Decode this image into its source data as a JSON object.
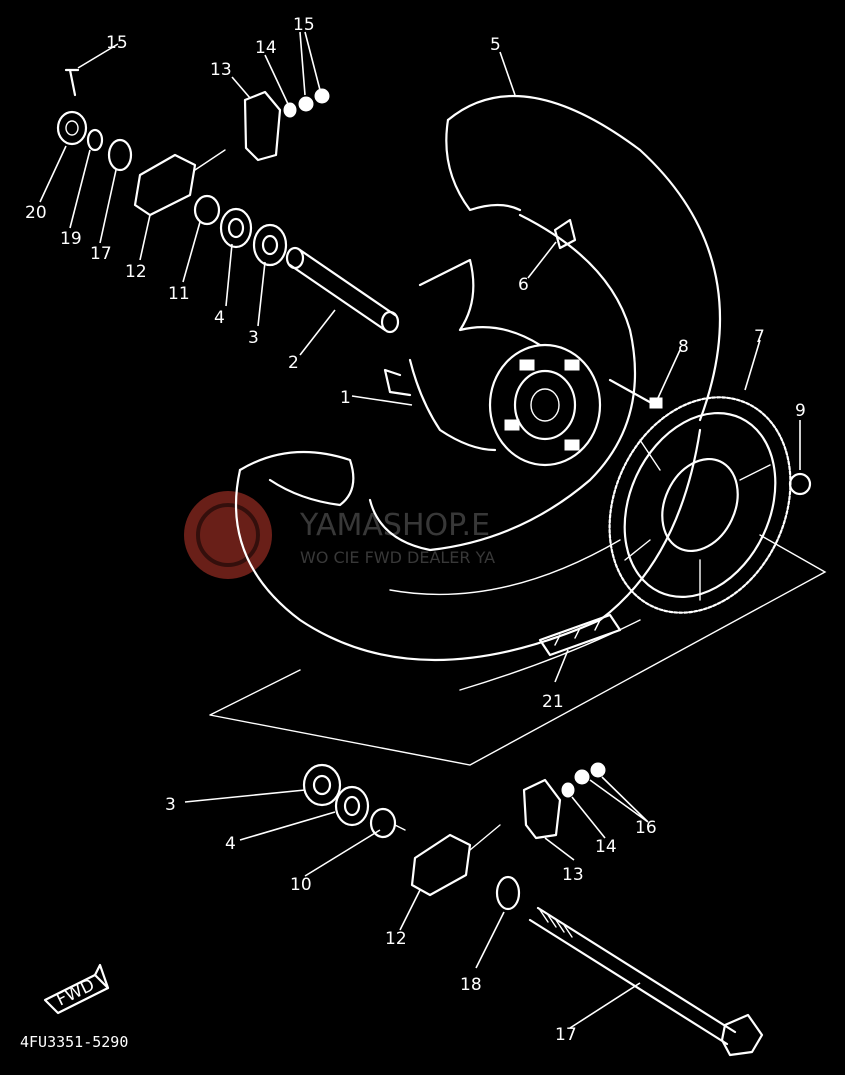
{
  "diagram": {
    "part_code": "4FU3351-5290",
    "watermark": {
      "line1": "YAMASHOP.E",
      "line2": "WO CIE  FWD  DEALER YA"
    },
    "fwd_label": "FWD",
    "callouts": [
      {
        "id": "c1",
        "text": "1"
      },
      {
        "id": "c2",
        "text": "2"
      },
      {
        "id": "c3a",
        "text": "3"
      },
      {
        "id": "c3b",
        "text": "3"
      },
      {
        "id": "c4a",
        "text": "4"
      },
      {
        "id": "c4b",
        "text": "4"
      },
      {
        "id": "c5",
        "text": "5"
      },
      {
        "id": "c6",
        "text": "6"
      },
      {
        "id": "c7",
        "text": "7"
      },
      {
        "id": "c8",
        "text": "8"
      },
      {
        "id": "c9",
        "text": "9"
      },
      {
        "id": "c10",
        "text": "10"
      },
      {
        "id": "c11",
        "text": "11"
      },
      {
        "id": "c12a",
        "text": "12"
      },
      {
        "id": "c12b",
        "text": "12"
      },
      {
        "id": "c13a",
        "text": "13"
      },
      {
        "id": "c13b",
        "text": "13"
      },
      {
        "id": "c14a",
        "text": "14"
      },
      {
        "id": "c14b",
        "text": "14"
      },
      {
        "id": "c15a",
        "text": "15"
      },
      {
        "id": "c15b",
        "text": "15"
      },
      {
        "id": "c16",
        "text": "16"
      },
      {
        "id": "c17a",
        "text": "17"
      },
      {
        "id": "c17b",
        "text": "17"
      },
      {
        "id": "c18",
        "text": "18"
      },
      {
        "id": "c19",
        "text": "19"
      },
      {
        "id": "c20",
        "text": "20"
      },
      {
        "id": "c21",
        "text": "21"
      }
    ]
  }
}
